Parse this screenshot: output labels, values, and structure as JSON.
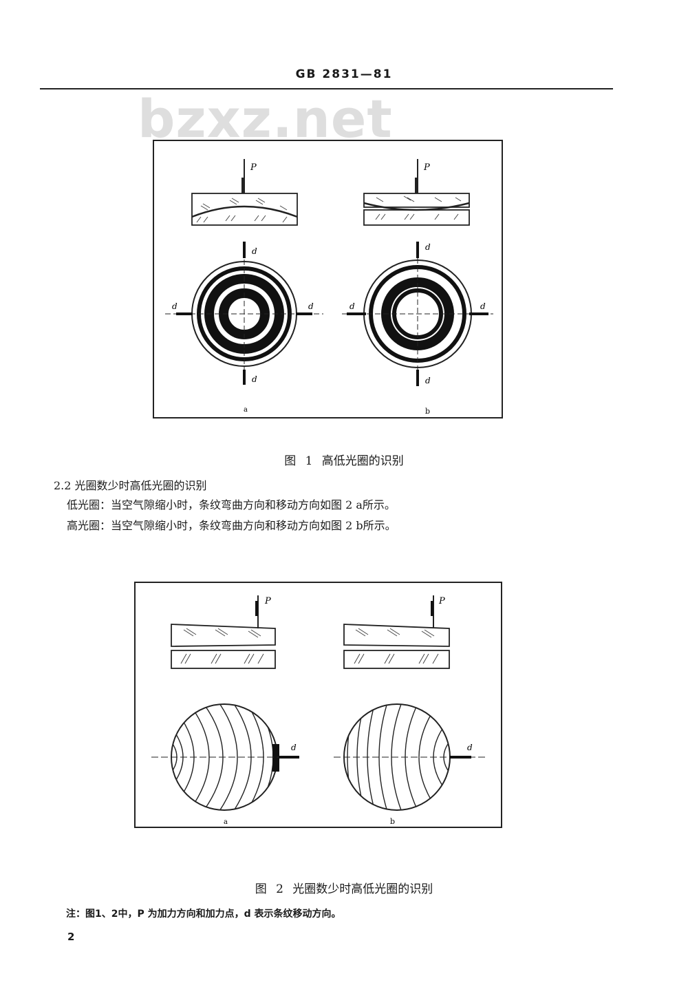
{
  "header": {
    "standard_code": "GB 2831—81"
  },
  "watermark": "bzxz.net",
  "figure1": {
    "force_label": "P",
    "direction_label": "d",
    "panel_a_label": "a",
    "panel_b_label": "b",
    "caption": "图 1   高低光圈的识别"
  },
  "section": {
    "heading": "2.2  光圈数少时高低光圈的识别",
    "line1": "低光圈：当空气隙缩小时，条纹弯曲方向和移动方向如图 2 a所示。",
    "line2": "高光圈：当空气隙缩小时，条纹弯曲方向和移动方向如图 2 b所示。"
  },
  "figure2": {
    "force_label": "P",
    "direction_label": "d",
    "panel_a_label": "a",
    "panel_b_label": "b",
    "caption": "图 2   光圈数少时高低光圈的识别"
  },
  "note": "注：图1、2中，P 为加力方向和加力点，d 表示条纹移动方向。",
  "page_number": "2"
}
